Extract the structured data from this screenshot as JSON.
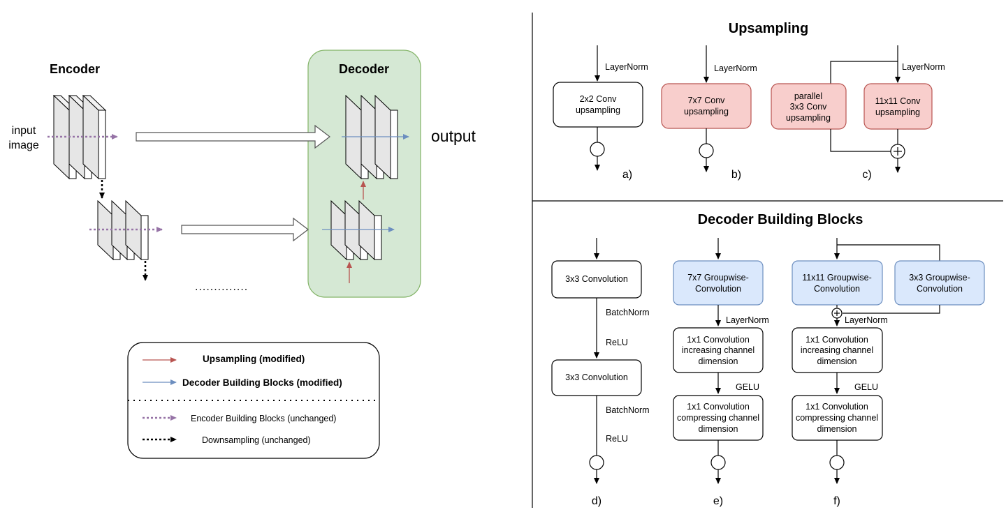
{
  "left": {
    "encoder_title": "Encoder",
    "decoder_title": "Decoder",
    "input_label": [
      "input",
      "image"
    ],
    "output_label": "output",
    "ellipsis": "..............",
    "legend": {
      "upsampling": "Upsampling (modified)",
      "decoder_blocks": "Decoder Building Blocks (modified)",
      "encoder_blocks": "Encoder Building Blocks (unchanged)",
      "downsampling": "Downsampling (unchanged)"
    }
  },
  "upsampling": {
    "title": "Upsampling",
    "a": {
      "box": [
        "2x2 Conv",
        "upsampling"
      ],
      "norm": "LayerNorm",
      "caption": "a)"
    },
    "b": {
      "box": [
        "7x7 Conv",
        "upsampling"
      ],
      "norm": "LayerNorm",
      "caption": "b)"
    },
    "c": {
      "box_left": [
        "parallel",
        "3x3 Conv",
        "upsampling"
      ],
      "box_right": [
        "11x11 Conv",
        "upsampling"
      ],
      "norm": "LayerNorm",
      "caption": "c)"
    }
  },
  "decoder_blocks": {
    "title": "Decoder Building Blocks",
    "d": {
      "box1": "3x3 Convolution",
      "box2": "3x3 Convolution",
      "bn1": "BatchNorm",
      "relu1": "ReLU",
      "bn2": "BatchNorm",
      "relu2": "ReLU",
      "caption": "d)"
    },
    "e": {
      "box1": [
        "7x7 Groupwise-",
        "Convolution"
      ],
      "norm": "LayerNorm",
      "box2": [
        "1x1 Convolution",
        "increasing channel",
        "dimension"
      ],
      "act": "GELU",
      "box3": [
        "1x1 Convolution",
        "compressing channel",
        "dimension"
      ],
      "caption": "e)"
    },
    "f": {
      "box1": [
        "11x11 Groupwise-",
        "Convolution"
      ],
      "box_side": [
        "3x3 Groupwise-",
        "Convolution"
      ],
      "norm": "LayerNorm",
      "box2": [
        "1x1 Convolution",
        "increasing channel",
        "dimension"
      ],
      "act": "GELU",
      "box3": [
        "1x1 Convolution",
        "compressing channel",
        "dimension"
      ],
      "caption": "f)"
    }
  },
  "colors": {
    "decoder_panel": "#d5e8d4",
    "decoder_panel_border": "#82b366",
    "upsample_box": "#f8cecc",
    "upsample_border": "#b85450",
    "group_box": "#dae8fc",
    "group_border": "#6c8ebf",
    "upsample_arrow": "#b85450",
    "decoder_arrow": "#6c8ebf",
    "encoder_arrow": "#9673a6"
  }
}
